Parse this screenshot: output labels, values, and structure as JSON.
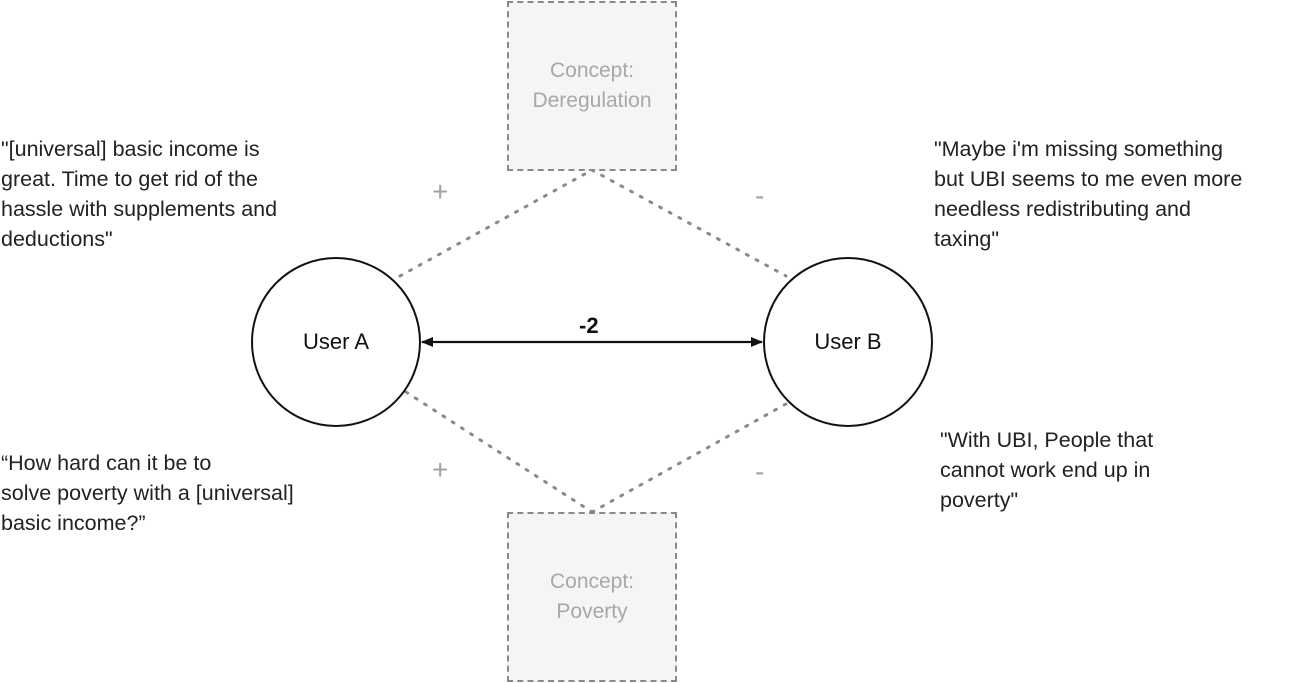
{
  "concepts": {
    "top": "Concept:\nDeregulation",
    "bottom": "Concept:\nPoverty"
  },
  "users": {
    "a": "User A",
    "b": "User B"
  },
  "edge_weight": "-2",
  "quotes": {
    "user_a_top": "\"[universal] basic income is\ngreat. Time to get rid of the\nhassle with supplements and\ndeductions\"",
    "user_a_bottom": "“How hard can it be to\nsolve poverty with a [universal]\nbasic income?”",
    "user_b_top": "\"Maybe i'm missing something\nbut UBI seems to me even more\nneedless redistributing and\ntaxing\"",
    "user_b_bottom": "\"With UBI, People that\ncannot work end up in\npoverty\""
  },
  "signs": {
    "a_top": "+",
    "a_bottom": "+",
    "b_top": "-",
    "b_bottom": "-"
  },
  "colors": {
    "concept_text": "#a8a8a8",
    "concept_fill": "#f5f5f5",
    "sign": "#a3a3a3",
    "dotted_edge": "#8a8a8a",
    "arrow": "#111111"
  }
}
